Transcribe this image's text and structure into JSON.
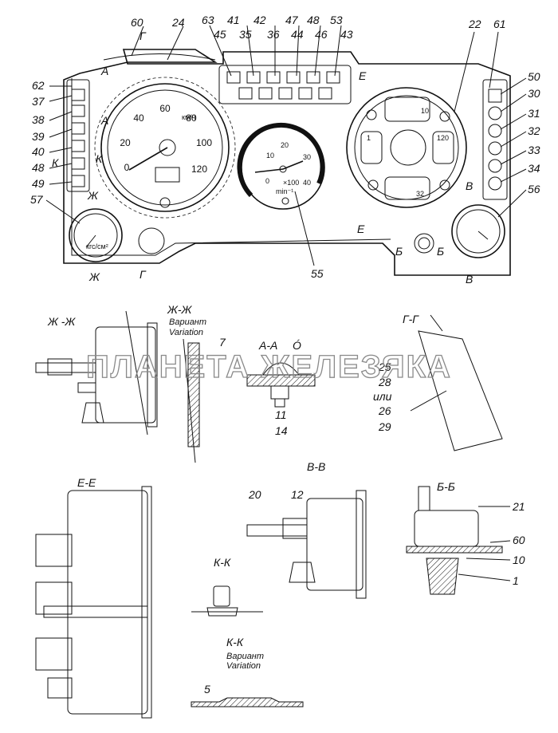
{
  "watermark": "ПЛАНЕТА ЖЕЛЕЗЯКА",
  "callouts": {
    "n60": "60",
    "n24": "24",
    "n63": "63",
    "n41": "41",
    "n42": "42",
    "n47": "47",
    "n48": "48",
    "n53": "53",
    "n45": "45",
    "n35": "35",
    "n36": "36",
    "n44": "44",
    "n46": "46",
    "n43": "43",
    "n22": "22",
    "n61": "61",
    "n62": "62",
    "n37": "37",
    "n38": "38",
    "n39": "39",
    "n40": "40",
    "n48b": "48",
    "n49": "49",
    "n57": "57",
    "n50": "50",
    "n30": "30",
    "n31": "31",
    "n32": "32",
    "n33": "33",
    "n34": "34",
    "n56": "56",
    "n55": "55"
  },
  "section_marks": {
    "G": "Г",
    "A": "А",
    "E": "Е",
    "K": "К",
    "ZH": "Ж",
    "V": "В",
    "B": "Б"
  },
  "speedometer": {
    "ticks": [
      "0",
      "20",
      "40",
      "60",
      "80",
      "100",
      "120"
    ],
    "unit": "км/ч"
  },
  "tachometer": {
    "ticks": [
      "0",
      "10",
      "20",
      "30",
      "40"
    ],
    "unit": "min⁻¹",
    "factor": "×100"
  },
  "gauge_labels": {
    "fuel_full": "1",
    "temp_max": "120",
    "oil": "10",
    "volt": "32"
  },
  "small_gauge_57": "кгс/см²",
  "sections": {
    "zh_zh": {
      "title": "Ж -Ж"
    },
    "zh_zh_var": {
      "title": "Ж-Ж",
      "variant_ru": "Вариант",
      "variant_en": "Variation",
      "n7": "7"
    },
    "a_a": {
      "title": "А-А",
      "rot": "Ó",
      "n11": "11",
      "n14": "14"
    },
    "g_g": {
      "title": "Г-Г",
      "n25": "25",
      "n28": "28",
      "or": "или",
      "n26": "26",
      "n29": "29"
    },
    "v_v": {
      "title": "В-В",
      "n20": "20",
      "n12": "12"
    },
    "e_e": {
      "title": "Е-Е"
    },
    "b_b": {
      "title": "Б-Б",
      "n21": "21",
      "n60": "60",
      "n10": "10",
      "n1": "1"
    },
    "k_k": {
      "title": "К-К"
    },
    "k_k_var": {
      "title": "К-К",
      "variant_ru": "Вариант",
      "variant_en": "Variation",
      "n5": "5"
    }
  }
}
